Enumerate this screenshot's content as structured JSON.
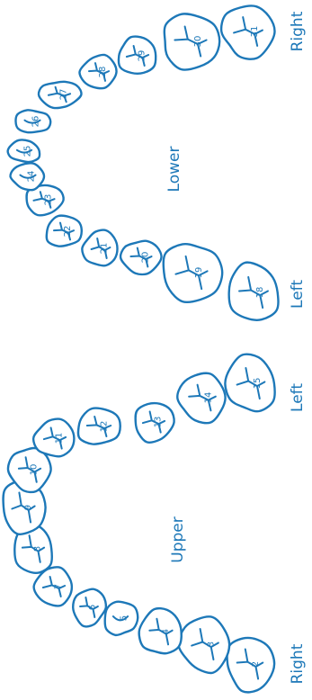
{
  "colors": {
    "outline": "#1d78b8",
    "background": "#ffffff"
  },
  "labels": {
    "upper": "Upper",
    "lower": "Lower",
    "upper_right": "Right",
    "upper_left": "Left",
    "lower_left": "Left",
    "lower_right": "Right"
  },
  "upper_teeth": [
    "2",
    "3",
    "4",
    "5",
    "6",
    "7",
    "8",
    "9",
    "10",
    "11",
    "12",
    "13",
    "14",
    "15"
  ],
  "lower_teeth": [
    "18",
    "19",
    "20",
    "21",
    "22",
    "23",
    "24",
    "25",
    "26",
    "27",
    "28",
    "29",
    "30",
    "31"
  ]
}
